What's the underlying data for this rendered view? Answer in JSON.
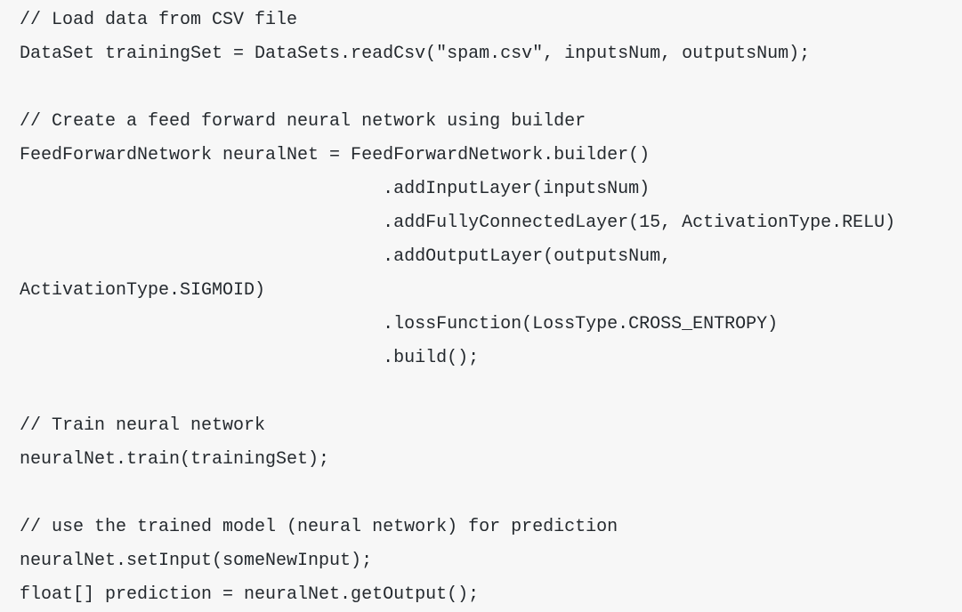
{
  "snippet": {
    "language": "java",
    "background_color": "#f7f7f7",
    "text_color": "#24292e",
    "lines": [
      "// Load data from CSV file",
      "DataSet trainingSet = DataSets.readCsv(\"spam.csv\", inputsNum, outputsNum);",
      "",
      "// Create a feed forward neural network using builder",
      "FeedForwardNetwork neuralNet = FeedForwardNetwork.builder()",
      "                                  .addInputLayer(inputsNum)",
      "                                  .addFullyConnectedLayer(15, ActivationType.RELU)",
      "                                  .addOutputLayer(outputsNum,",
      "ActivationType.SIGMOID)",
      "                                  .lossFunction(LossType.CROSS_ENTROPY)",
      "                                  .build();",
      "",
      "// Train neural network",
      "neuralNet.train(trainingSet);",
      "",
      "// use the trained model (neural network) for prediction",
      "neuralNet.setInput(someNewInput);",
      "float[] prediction = neuralNet.getOutput();"
    ]
  }
}
